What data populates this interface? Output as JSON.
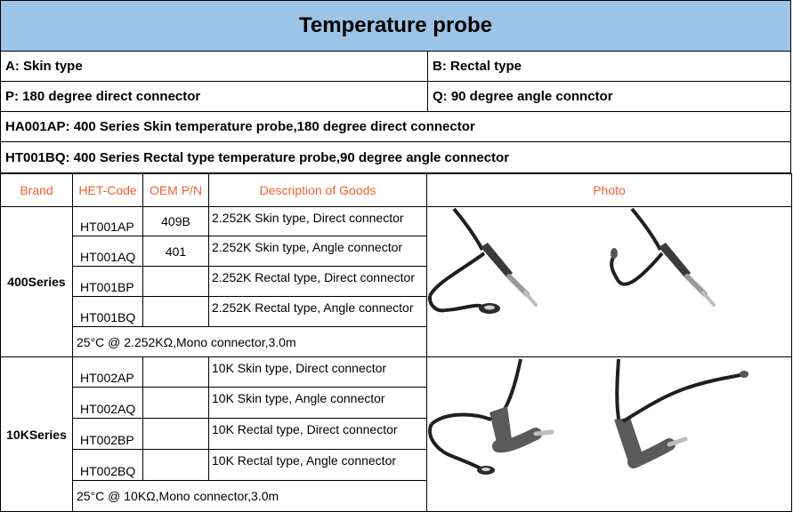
{
  "title": "Temperature probe",
  "legend": {
    "a": "A: Skin type",
    "b": "B: Rectal type",
    "p": "P: 180 degree direct connector",
    "q": "Q: 90 degree angle connctor"
  },
  "examples": [
    "HA001AP: 400 Series Skin temperature probe,180 degree direct connector",
    "HT001BQ: 400 Series Rectal type temperature probe,90 degree angle connector"
  ],
  "columns": {
    "brand": "Brand",
    "code": "HET-Code",
    "oem": "OEM P/N",
    "desc": "Description of Goods",
    "photo": "Photo"
  },
  "series": [
    {
      "brand": "400Series",
      "rows": [
        {
          "code": "HT001AP",
          "oem": "409B",
          "desc": "2.252K Skin type, Direct connector"
        },
        {
          "code": "HT001AQ",
          "oem": "401",
          "desc": "2.252K Skin type, Angle connector"
        },
        {
          "code": "HT001BP",
          "oem": "",
          "desc": "2.252K Rectal type, Direct connector"
        },
        {
          "code": "HT001BQ",
          "oem": "",
          "desc": "2.252K Rectal type, Angle connector"
        }
      ],
      "note": "25°C @ 2.252KΩ,Mono connector,3.0m"
    },
    {
      "brand": "10KSeries",
      "rows": [
        {
          "code": "HT002AP",
          "oem": "",
          "desc": "10K Skin type, Direct connector"
        },
        {
          "code": "HT002AQ",
          "oem": "",
          "desc": "10K Skin type, Angle connector"
        },
        {
          "code": "HT002BP",
          "oem": "",
          "desc": "10K Rectal type, Direct connector"
        },
        {
          "code": "HT002BQ",
          "oem": "",
          "desc": "10K Rectal type, Angle connector"
        }
      ],
      "note": "25°C @ 10KΩ,Mono connector,3.0m"
    }
  ],
  "colors": {
    "title_band": "#9dc3e6",
    "header_text": "#f0612d",
    "cable": "#1f1f1f"
  }
}
